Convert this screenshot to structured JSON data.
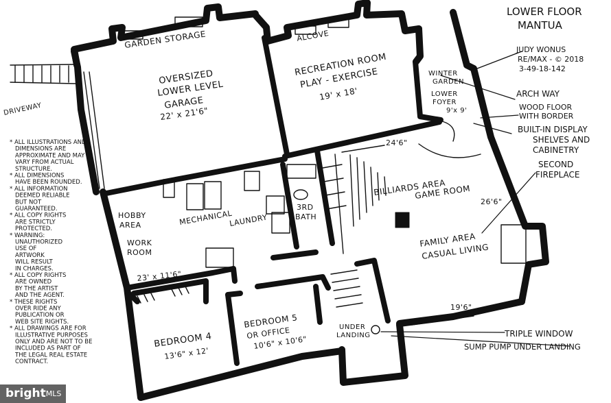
{
  "title": {
    "line1": "LOWER FLOOR",
    "line2": "MANTUA",
    "author": "JUDY WONUS",
    "company": "RE/MAX - © 2018",
    "phone": "3-49-18-142"
  },
  "driveway_label": "DRIVEWAY",
  "disclaimer": [
    "* ALL ILLUSTRATIONS AND",
    "DIMENSIONS ARE",
    "APPROXIMATE AND MAY",
    "VARY FROM ACTUAL",
    "STRUCTURE.",
    "* ALL DIMENSIONS",
    "HAVE BEEN ROUNDED.",
    "* ALL INFORMATION",
    "DEEMED RELIABLE",
    "BUT NOT",
    "GUARANTEED.",
    "* ALL COPY RIGHTS",
    "ARE STRICTLY",
    "PROTECTED.",
    "* WARNING:",
    "UNAUTHORIZED",
    "USE OF",
    "ARTWORK",
    "WILL RESULT",
    "IN CHARGES.",
    "* ALL COPY RIGHTS",
    "ARE OWNED",
    "BY THE ARTIST",
    "AND THE AGENT.",
    "* THESE RIGHTS",
    "OVER RIDE ANY",
    "PUBLICATION OR",
    "WEB SITE RIGHTS.",
    "* ALL DRAWINGS ARE FOR",
    "ILLUSTRATIVE PURPOSES",
    "ONLY AND ARE NOT TO BE",
    "INCLUDED AS PART OF",
    "THE LEGAL REAL ESTATE",
    "CONTRACT."
  ],
  "rooms": {
    "garden_storage": "GARDEN STORAGE",
    "garage": [
      "OVERSIZED",
      "LOWER LEVEL",
      "GARAGE",
      "22' x 21'6\""
    ],
    "alcove": "ALCOVE",
    "recreation": [
      "RECREATION ROOM",
      "PLAY - EXERCISE",
      "19' x 18'"
    ],
    "winter_garden": [
      "WINTER",
      "GARDEN"
    ],
    "lower_foyer": [
      "LOWER",
      "FOYER",
      "9'x 9'"
    ],
    "hobby": [
      "HOBBY",
      "AREA"
    ],
    "work": [
      "WORK",
      "ROOM"
    ],
    "mechanical": "MECHANICAL",
    "laundry": "LAUNDRY",
    "work_dims": "23' x 11'6\"",
    "third_bath": [
      "3RD",
      "BATH"
    ],
    "billiards": [
      "BILLIARDS AREA",
      "GAME ROOM"
    ],
    "family": [
      "FAMILY AREA",
      "CASUAL LIVING"
    ],
    "dim_24": "24'6\"",
    "dim_26": "26'6\"",
    "dim_19": "19'6\"",
    "bedroom4": [
      "BEDROOM 4",
      "13'6\" x 12'"
    ],
    "bedroom5": [
      "BEDROOM 5",
      "OR OFFICE",
      "10'6\" x 10'6\""
    ],
    "under_landing": [
      "UNDER",
      "LANDING"
    ]
  },
  "callouts": {
    "archway": "ARCH WAY",
    "wood_floor": [
      "WOOD FLOOR",
      "WITH BORDER"
    ],
    "builtin": [
      "BUILT-IN DISPLAY",
      "SHELVES AND",
      "CABINETRY"
    ],
    "fireplace": [
      "SECOND",
      "FIREPLACE"
    ],
    "triple_window": "TRIPLE WINDOW",
    "sump_pump": "SUMP PUMP UNDER LANDING"
  },
  "watermark": {
    "brand": "bright",
    "suffix": "MLS"
  }
}
